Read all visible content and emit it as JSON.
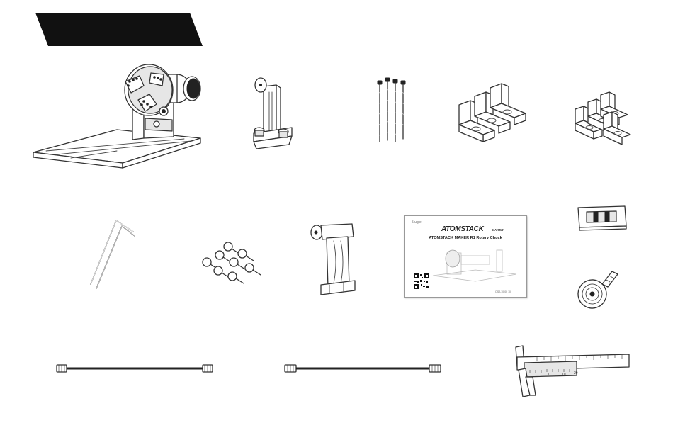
{
  "banner": {
    "title": ""
  },
  "items": [
    {
      "id": "rotary-chuck"
    },
    {
      "id": "support-bracket"
    },
    {
      "id": "screws-long"
    },
    {
      "id": "l-block-set-1"
    },
    {
      "id": "l-block-set-2"
    },
    {
      "id": "hex-keys"
    },
    {
      "id": "screws-short"
    },
    {
      "id": "support-roller"
    },
    {
      "id": "user-manual"
    },
    {
      "id": "spirit-level"
    },
    {
      "id": "tape-measure"
    },
    {
      "id": "cable-1"
    },
    {
      "id": "cable-2"
    },
    {
      "id": "vernier-caliper"
    }
  ],
  "manual": {
    "header": "5 ugle",
    "brand": "ATOMSTACK",
    "brand_sub": "MAKER",
    "title": "ATOMSTACK MAKER R1 Rotary Chuck",
    "footer": "DSJ-10-00 10"
  },
  "caliper": {
    "scale_marks": [
      "0",
      "10",
      "20"
    ]
  },
  "page": {
    "number": ""
  }
}
